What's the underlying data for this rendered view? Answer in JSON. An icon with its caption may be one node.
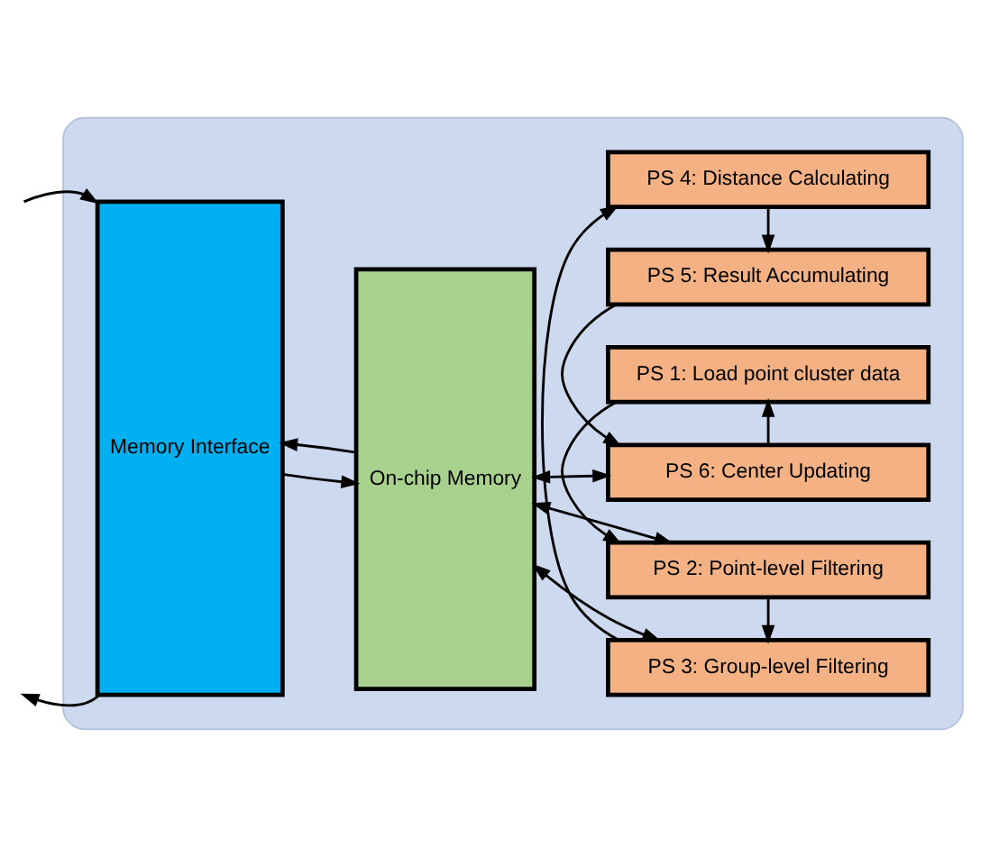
{
  "diagram": {
    "nodes": [
      {
        "text": [],
        "shape": "box"
      },
      {
        "text": [
          "Memory Interface"
        ],
        "in": 0
      },
      {
        "text": [
          "On-chip Memory"
        ],
        "in": 0
      },
      {
        "text": [
          "PS 1: Load point cluster data"
        ],
        "in": 0
      },
      {
        "text": [
          "PS 2: Point-level Filtering"
        ],
        "in": 0
      },
      {
        "text": [
          "PS 3: Group-level Filtering"
        ],
        "in": 0
      },
      {
        "text": [
          "PS 4: Distance Calculating"
        ],
        "in": 0
      },
      {
        "text": [
          "PS 5: Result Accumulating"
        ],
        "in": 0
      },
      {
        "text": [
          "PS 6: Center Updating"
        ],
        "in": 0
      }
    ],
    "edges": [
      {
        "from": 1,
        "to": null,
        "arrow": "to"
      },
      {
        "from": null,
        "to": 1,
        "arrow": "to"
      },
      {
        "from": 1,
        "to": 2,
        "arrow": "to"
      },
      {
        "from": 2,
        "to": 1,
        "arrow": "to"
      },
      {
        "from": 2,
        "to": 4,
        "arrow": "both"
      },
      {
        "from": 2,
        "to": 5,
        "arrow": "both"
      },
      {
        "from": 2,
        "to": 8,
        "arrow": "both"
      },
      {
        "from": 3,
        "to": 4,
        "arrow": "to"
      },
      {
        "from": 4,
        "to": 5,
        "arrow": "to"
      },
      {
        "from": 5,
        "to": 6,
        "arrow": "to"
      },
      {
        "from": 6,
        "to": 7,
        "arrow": "to"
      },
      {
        "from": 7,
        "to": 8,
        "arrow": "to"
      },
      {
        "from": 8,
        "to": 3,
        "arrow": "to"
      }
    ]
  }
}
